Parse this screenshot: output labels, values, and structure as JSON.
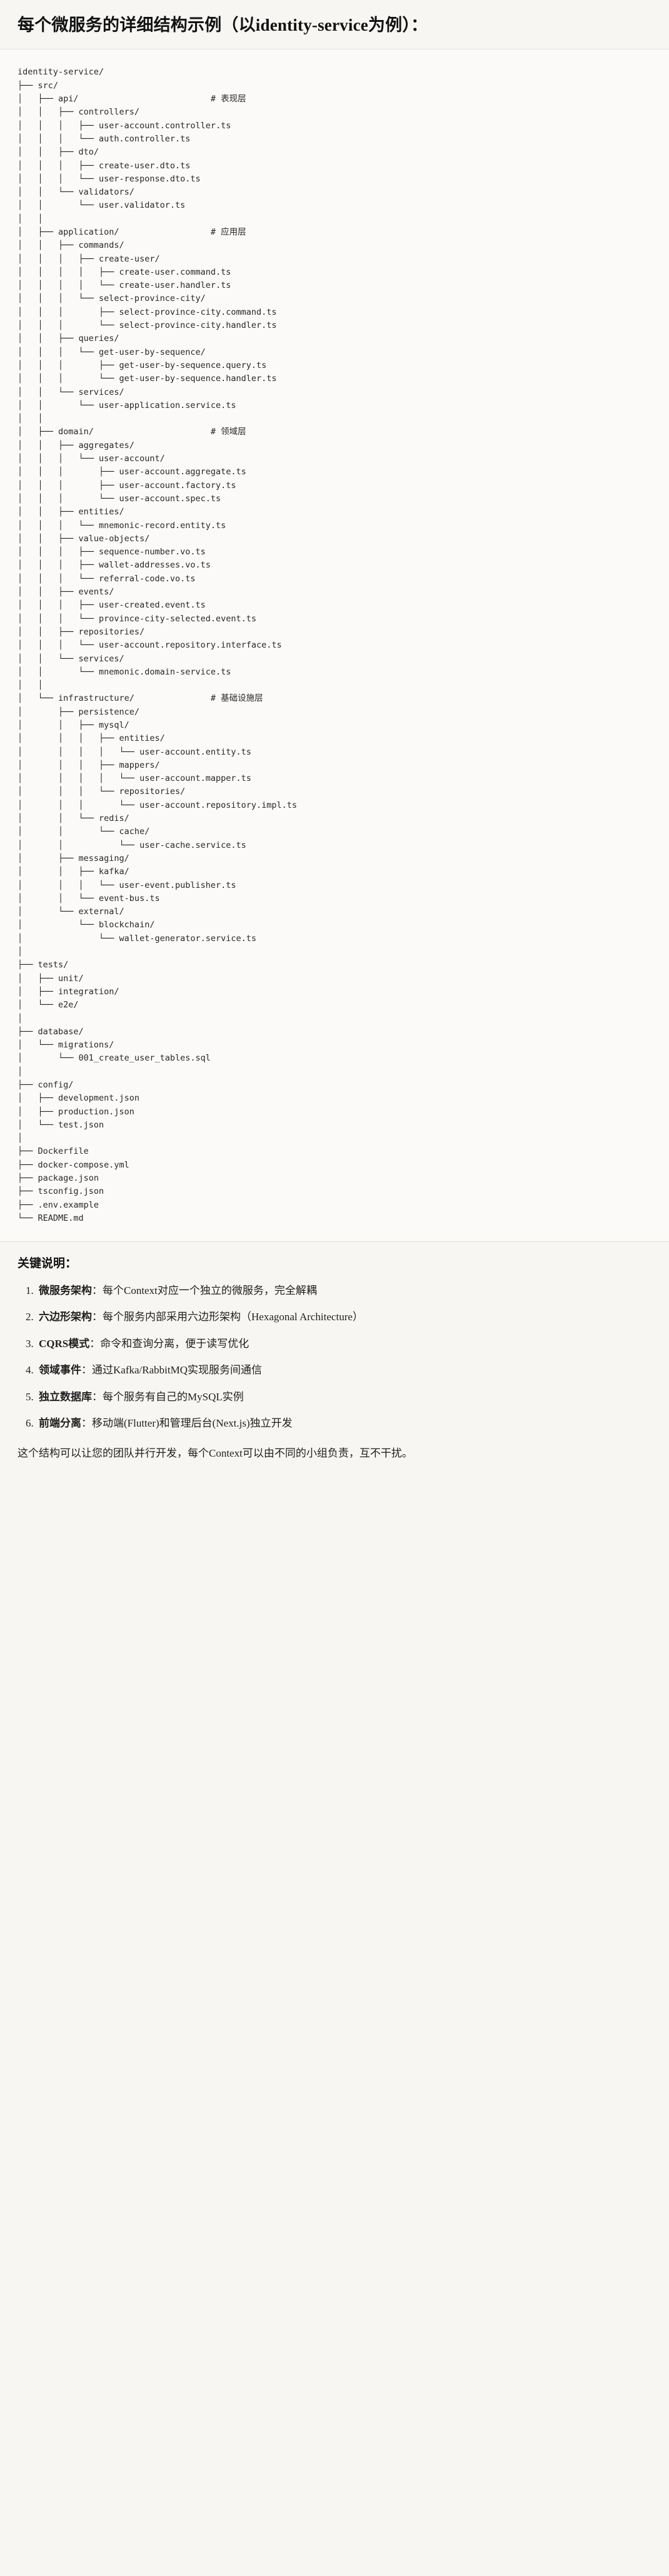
{
  "title": "每个微服务的详细结构示例（以identity-service为例）：",
  "tree": {
    "lines": [
      "identity-service/",
      "├── src/",
      "│   ├── api/                          # 表现层",
      "│   │   ├── controllers/",
      "│   │   │   ├── user-account.controller.ts",
      "│   │   │   └── auth.controller.ts",
      "│   │   ├── dto/",
      "│   │   │   ├── create-user.dto.ts",
      "│   │   │   └── user-response.dto.ts",
      "│   │   └── validators/",
      "│   │       └── user.validator.ts",
      "│   │",
      "│   ├── application/                  # 应用层",
      "│   │   ├── commands/",
      "│   │   │   ├── create-user/",
      "│   │   │   │   ├── create-user.command.ts",
      "│   │   │   │   └── create-user.handler.ts",
      "│   │   │   └── select-province-city/",
      "│   │   │       ├── select-province-city.command.ts",
      "│   │   │       └── select-province-city.handler.ts",
      "│   │   ├── queries/",
      "│   │   │   └── get-user-by-sequence/",
      "│   │   │       ├── get-user-by-sequence.query.ts",
      "│   │   │       └── get-user-by-sequence.handler.ts",
      "│   │   └── services/",
      "│   │       └── user-application.service.ts",
      "│   │",
      "│   ├── domain/                       # 领域层",
      "│   │   ├── aggregates/",
      "│   │   │   └── user-account/",
      "│   │   │       ├── user-account.aggregate.ts",
      "│   │   │       ├── user-account.factory.ts",
      "│   │   │       └── user-account.spec.ts",
      "│   │   ├── entities/",
      "│   │   │   └── mnemonic-record.entity.ts",
      "│   │   ├── value-objects/",
      "│   │   │   ├── sequence-number.vo.ts",
      "│   │   │   ├── wallet-addresses.vo.ts",
      "│   │   │   └── referral-code.vo.ts",
      "│   │   ├── events/",
      "│   │   │   ├── user-created.event.ts",
      "│   │   │   └── province-city-selected.event.ts",
      "│   │   ├── repositories/",
      "│   │   │   └── user-account.repository.interface.ts",
      "│   │   └── services/",
      "│   │       └── mnemonic.domain-service.ts",
      "│   │",
      "│   └── infrastructure/               # 基础设施层",
      "│       ├── persistence/",
      "│       │   ├── mysql/",
      "│       │   │   ├── entities/",
      "│       │   │   │   └── user-account.entity.ts",
      "│       │   │   ├── mappers/",
      "│       │   │   │   └── user-account.mapper.ts",
      "│       │   │   └── repositories/",
      "│       │   │       └── user-account.repository.impl.ts",
      "│       │   └── redis/",
      "│       │       └── cache/",
      "│       │           └── user-cache.service.ts",
      "│       ├── messaging/",
      "│       │   ├── kafka/",
      "│       │   │   └── user-event.publisher.ts",
      "│       │   └── event-bus.ts",
      "│       └── external/",
      "│           └── blockchain/",
      "│               └── wallet-generator.service.ts",
      "│",
      "├── tests/",
      "│   ├── unit/",
      "│   ├── integration/",
      "│   └── e2e/",
      "│",
      "├── database/",
      "│   └── migrations/",
      "│       └── 001_create_user_tables.sql",
      "│",
      "├── config/",
      "│   ├── development.json",
      "│   ├── production.json",
      "│   └── test.json",
      "│",
      "├── Dockerfile",
      "├── docker-compose.yml",
      "├── package.json",
      "├── tsconfig.json",
      "├── .env.example",
      "└── README.md"
    ]
  },
  "notes": {
    "heading": "关键说明：",
    "items": [
      {
        "term": "微服务架构",
        "desc": "：每个Context对应一个独立的微服务，完全解耦"
      },
      {
        "term": "六边形架构",
        "desc": "：每个服务内部采用六边形架构（Hexagonal Architecture）"
      },
      {
        "term": "CQRS模式",
        "desc": "：命令和查询分离，便于读写优化"
      },
      {
        "term": "领域事件",
        "desc": "：通过Kafka/RabbitMQ实现服务间通信"
      },
      {
        "term": "独立数据库",
        "desc": "：每个服务有自己的MySQL实例"
      },
      {
        "term": "前端分离",
        "desc": "：移动端(Flutter)和管理后台(Next.js)独立开发"
      }
    ],
    "closing": "这个结构可以让您的团队并行开发，每个Context可以由不同的小组负责，互不干扰。"
  }
}
